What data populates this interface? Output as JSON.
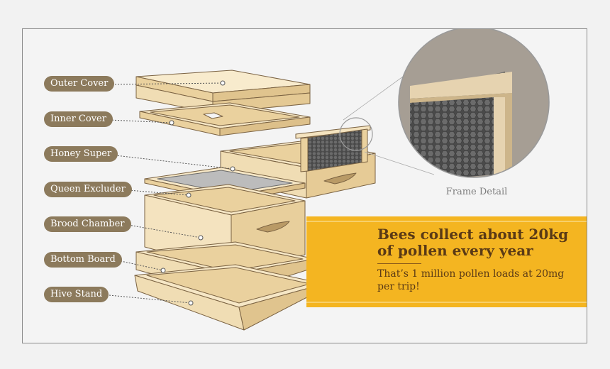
{
  "labels": {
    "outer_cover": "Outer Cover",
    "inner_cover": "Inner Cover",
    "honey_super": "Honey Super",
    "queen_excluder": "Queen Excluder",
    "brood_chamber": "Brood Chamber",
    "bottom_board": "Bottom Board",
    "hive_stand": "Hive Stand"
  },
  "frame_detail_caption": "Frame Detail",
  "callout": {
    "title": "Bees collect about 20kg of pollen every year",
    "subtitle": "That’s 1 million pollen loads at 20mg per trip!"
  },
  "colors": {
    "wood_light": "#f6e7c6",
    "wood_mid": "#ead19e",
    "wood_dark": "#d8b77c",
    "outline": "#7a6242",
    "label_bg": "#8c7a5c",
    "banner_yellow": "#f4b521",
    "banner_text": "#5a3a16"
  }
}
